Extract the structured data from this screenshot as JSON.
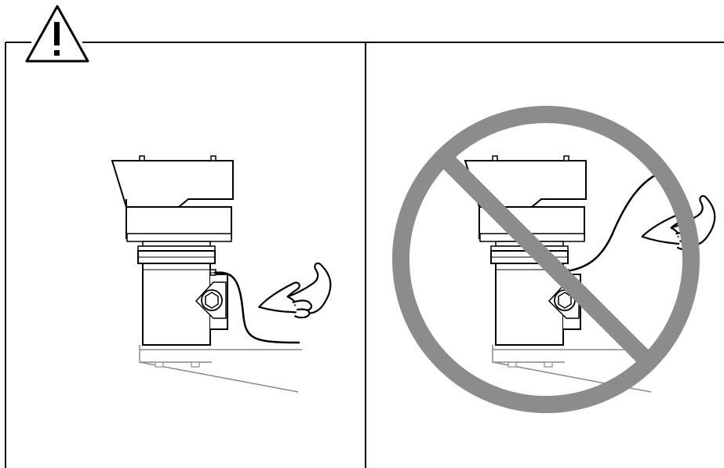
{
  "figure": {
    "panels": [
      {
        "name": "correct-grounding",
        "meaning": "ok"
      },
      {
        "name": "incorrect-grounding",
        "meaning": "prohibited"
      }
    ],
    "colors": {
      "line": "#000000",
      "ground_line": "#8a8a8a",
      "prohibition": "#8c8c8c",
      "background": "#ffffff"
    },
    "icons": [
      "warning-triangle-icon",
      "pointing-hand-icon",
      "prohibition-sign-icon"
    ]
  }
}
